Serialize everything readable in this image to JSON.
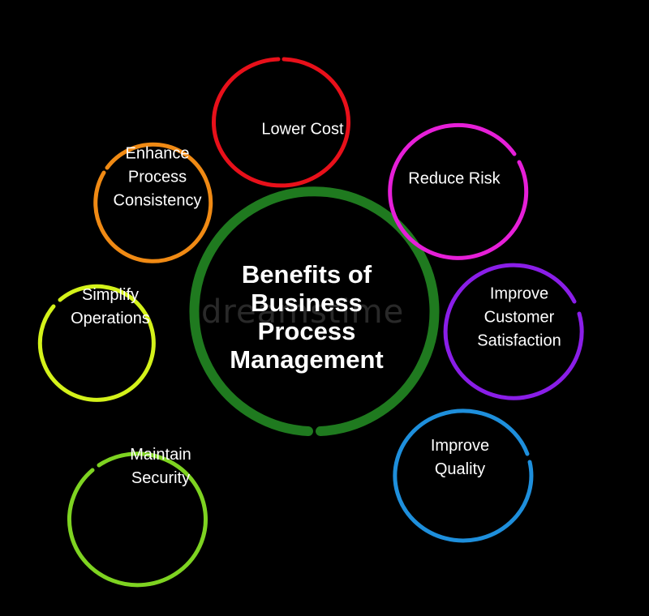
{
  "center": {
    "lines": [
      "Benefits of",
      "Business",
      "Process",
      "Management"
    ],
    "color": "#1f7a1f"
  },
  "benefits": [
    {
      "lines": [
        "Lower  Cost"
      ],
      "color": "#e8101a"
    },
    {
      "lines": [
        "Reduce Risk"
      ],
      "color": "#e61fd8"
    },
    {
      "lines": [
        "Improve",
        "Customer",
        "Satisfaction"
      ],
      "color": "#8a1ee8"
    },
    {
      "lines": [
        "Improve",
        "Quality"
      ],
      "color": "#1e8fdc"
    },
    {
      "lines": [
        "Maintain",
        "Security"
      ],
      "color": "#7ed321"
    },
    {
      "lines": [
        "Simplify",
        "Operations"
      ],
      "color": "#d4f21a"
    },
    {
      "lines": [
        "Enhance",
        "Process",
        "Consistency"
      ],
      "color": "#f08a14"
    }
  ],
  "watermark": "dreamstime"
}
